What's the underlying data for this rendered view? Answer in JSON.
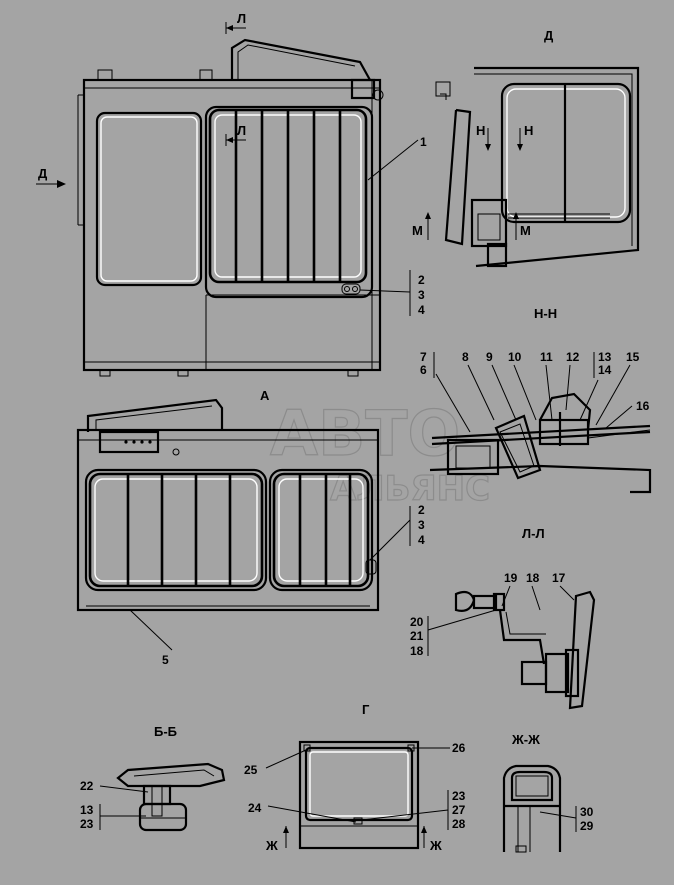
{
  "views": {
    "section_d": "Д",
    "section_l_top": "Л",
    "section_l_mid": "Л",
    "arrow_d": "Д",
    "view_a": "А",
    "section_nn": "Н-Н",
    "section_ll": "Л-Л",
    "section_bb": "Б-Б",
    "view_g": "Г",
    "section_zhzh": "Ж-Ж",
    "cut_n_left": "Н",
    "cut_n_right": "Н",
    "cut_m_left": "М",
    "cut_m_right": "М",
    "cut_zh_left": "Ж",
    "cut_zh_right": "Ж"
  },
  "callouts": {
    "c1": "1",
    "group_top": [
      "2",
      "3",
      "4"
    ],
    "group_mid": [
      "2",
      "3",
      "4"
    ],
    "c5": "5",
    "nn": [
      "7",
      "6",
      "8",
      "9",
      "10",
      "11",
      "12",
      "13",
      "14",
      "15",
      "16"
    ],
    "ll": [
      "19",
      "18",
      "17"
    ],
    "ll_group": [
      "20",
      "21",
      "18"
    ],
    "bb": [
      "22",
      "13",
      "23"
    ],
    "g": [
      "25",
      "26",
      "24"
    ],
    "g_group": [
      "23",
      "27",
      "28"
    ],
    "zhzh": [
      "30",
      "29"
    ]
  },
  "watermark": {
    "line1": "АВТО",
    "line2": "АЛЬЯНС"
  }
}
